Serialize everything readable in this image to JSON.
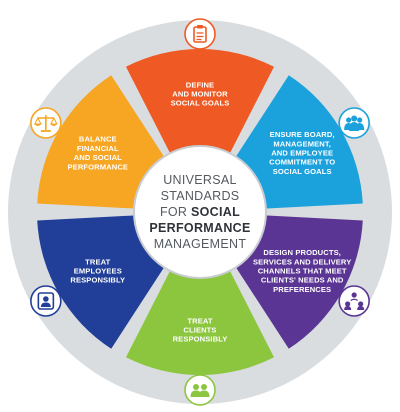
{
  "center": {
    "lines": [
      {
        "parts": [
          {
            "text": "UNIVERSAL",
            "bold": false
          }
        ]
      },
      {
        "parts": [
          {
            "text": "STANDARDS",
            "bold": false
          }
        ]
      },
      {
        "parts": [
          {
            "text": "FOR ",
            "bold": false
          },
          {
            "text": "SOCIAL",
            "bold": true
          }
        ]
      },
      {
        "parts": [
          {
            "text": "PERFORMANCE",
            "bold": true
          }
        ]
      },
      {
        "parts": [
          {
            "text": "MANAGEMENT",
            "bold": false
          }
        ]
      }
    ]
  },
  "segments": [
    {
      "id": "define-monitor",
      "lines": [
        "DEFINE",
        "AND MONITOR",
        "SOCIAL GOALS"
      ],
      "color": "#ef5a24",
      "icon": "clipboard-icon"
    },
    {
      "id": "board-commitment",
      "lines": [
        "ENSURE BOARD,",
        "MANAGEMENT,",
        "AND EMPLOYEE",
        "COMMITMENT TO",
        "SOCIAL GOALS"
      ],
      "color": "#1ba1dc",
      "icon": "people-group-icon"
    },
    {
      "id": "design-products",
      "lines": [
        "DESIGN PRODUCTS,",
        "SERVICES AND DELIVERY",
        "CHANNELS THAT MEET",
        "CLIENTS' NEEDS AND",
        "PREFERENCES"
      ],
      "color": "#5b3594",
      "icon": "people-network-icon"
    },
    {
      "id": "treat-clients",
      "lines": [
        "TREAT",
        "CLIENTS",
        "RESPONSIBLY"
      ],
      "color": "#8cc63f",
      "icon": "two-people-icon"
    },
    {
      "id": "treat-employees",
      "lines": [
        "TREAT",
        "EMPLOYEES",
        "RESPONSIBLY"
      ],
      "color": "#213f99",
      "icon": "person-badge-icon"
    },
    {
      "id": "balance",
      "lines": [
        "BALANCE",
        "FINANCIAL",
        "AND SOCIAL",
        "PERFORMANCE"
      ],
      "color": "#f6a623",
      "icon": "scales-icon"
    }
  ],
  "colors": {
    "ring": "#d9dde0",
    "center_fill": "#ffffff",
    "center_border": "#c8ccd0"
  }
}
